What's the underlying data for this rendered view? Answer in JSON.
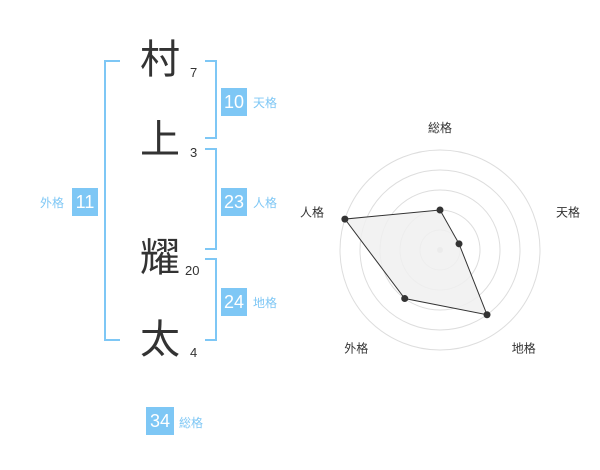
{
  "name": {
    "chars": [
      {
        "char": "村",
        "strokes": "7"
      },
      {
        "char": "上",
        "strokes": "3"
      },
      {
        "char": "耀",
        "strokes": "20"
      },
      {
        "char": "太",
        "strokes": "4"
      }
    ]
  },
  "kaku": {
    "tenkaku": {
      "value": "10",
      "label": "天格"
    },
    "jinkaku": {
      "value": "23",
      "label": "人格"
    },
    "chikaku": {
      "value": "24",
      "label": "地格"
    },
    "gaikaku": {
      "value": "11",
      "label": "外格"
    },
    "soukaku": {
      "value": "34",
      "label": "総格"
    }
  },
  "chart_data": {
    "type": "radar",
    "axes": [
      "総格",
      "天格",
      "地格",
      "外格",
      "人格"
    ],
    "values": [
      2,
      1,
      4,
      3,
      5
    ],
    "max": 5,
    "rings": 5,
    "colors": {
      "fill": "#f0f0f0",
      "line": "#333333",
      "grid": "#dddddd",
      "center": "#cccccc"
    }
  }
}
